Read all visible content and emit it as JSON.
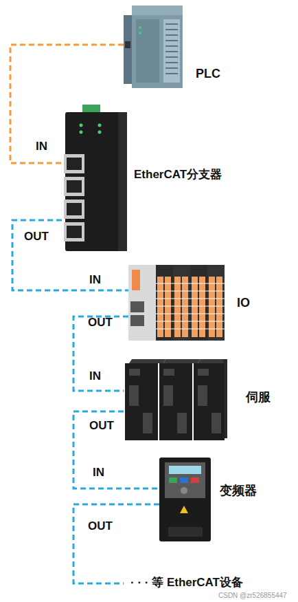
{
  "diagram": {
    "nodes": [
      {
        "text": [
          "PLC"
        ]
      },
      {
        "text": [
          "EtherCAT分支器"
        ]
      },
      {
        "text": [
          "IO"
        ]
      },
      {
        "text": [
          "伺服"
        ]
      },
      {
        "text": [
          "变频器"
        ]
      }
    ],
    "edges": [
      {
        "from": 0,
        "to": 1,
        "arrow": "none"
      },
      {
        "from": 1,
        "to": 2,
        "arrow": "none"
      },
      {
        "from": 2,
        "to": 3,
        "arrow": "none"
      },
      {
        "from": 3,
        "to": 4,
        "arrow": "none"
      }
    ],
    "labels": [
      "IN",
      "OUT",
      "IN",
      "OUT",
      "IN",
      "OUT",
      "IN",
      "OUT",
      "· · · 等 EtherCAT设备",
      "CSDN @zr526855447"
    ]
  }
}
